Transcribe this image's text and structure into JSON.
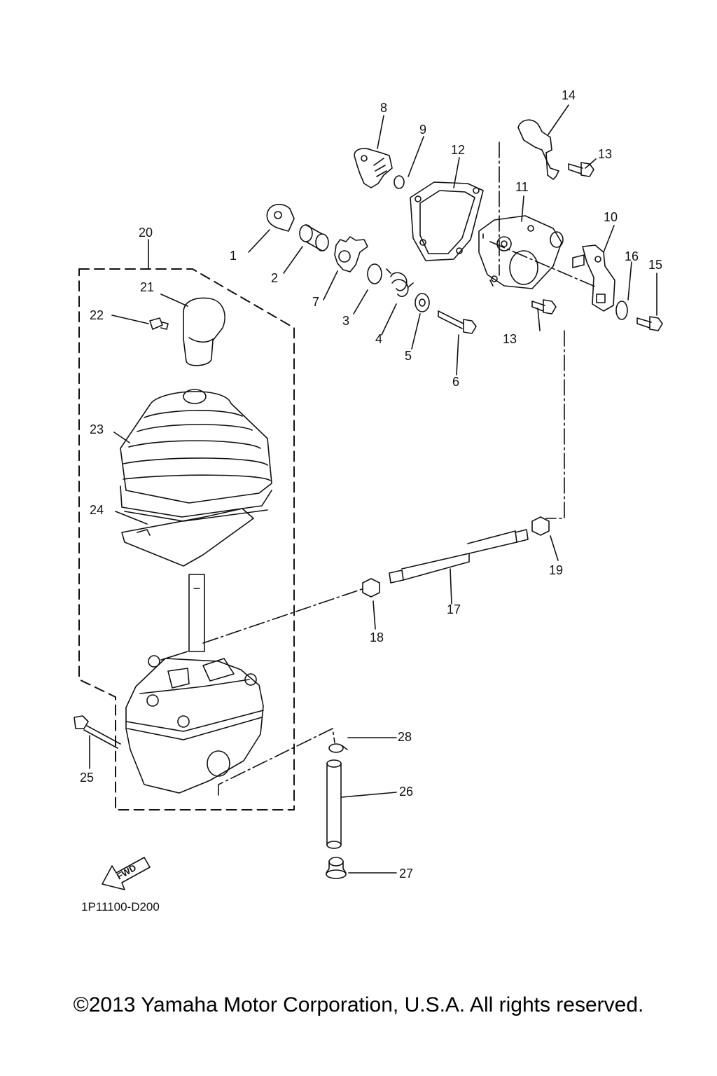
{
  "diagram": {
    "code": "1P11100-D200",
    "fwd_label": "FWD",
    "copyright": "©2013 Yamaha Motor Corporation, U.S.A. All rights reserved.",
    "labels": [
      "1",
      "2",
      "3",
      "4",
      "5",
      "6",
      "7",
      "8",
      "9",
      "10",
      "11",
      "12",
      "13",
      "13",
      "14",
      "15",
      "16",
      "17",
      "18",
      "19",
      "20",
      "21",
      "22",
      "23",
      "24",
      "25",
      "26",
      "27",
      "28"
    ]
  }
}
